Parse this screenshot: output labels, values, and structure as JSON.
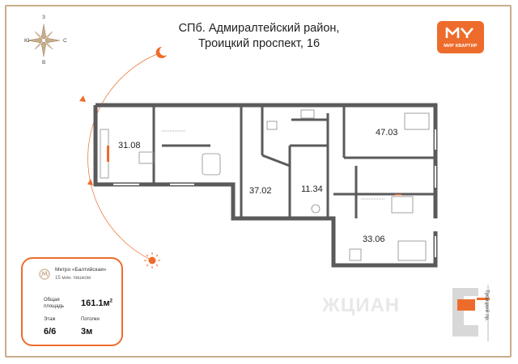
{
  "header": {
    "title_line1": "СПб. Адмиралтейский район,",
    "title_line2": "Троицкий проспект, 16"
  },
  "logo": {
    "text": "МИР КВАРТИР",
    "color": "#ee6c2b"
  },
  "compass": {
    "north": "З",
    "west": "Ю",
    "east": "С",
    "south": "В"
  },
  "rooms": [
    {
      "label": "31.08"
    },
    {
      "label": "37.02"
    },
    {
      "label": "11.34"
    },
    {
      "label": "47.03"
    },
    {
      "label": "33.06"
    }
  ],
  "info": {
    "metro": "Метро «Балтийская»",
    "walk": "15 мин. пешком",
    "area_label": "Общая площадь",
    "area_value": "161.1м",
    "area_unit_sup": "2",
    "floor_label": "Этаж",
    "floor_value": "6/6",
    "ceiling_label": "Потолки",
    "ceiling_value": "3м"
  },
  "minimap": {
    "street": "Троицкий пр."
  },
  "watermark": "ЖЦИАН",
  "colors": {
    "accent": "#ee6c2b",
    "frame": "#c9ad8a",
    "wall": "#5a5a5a"
  }
}
